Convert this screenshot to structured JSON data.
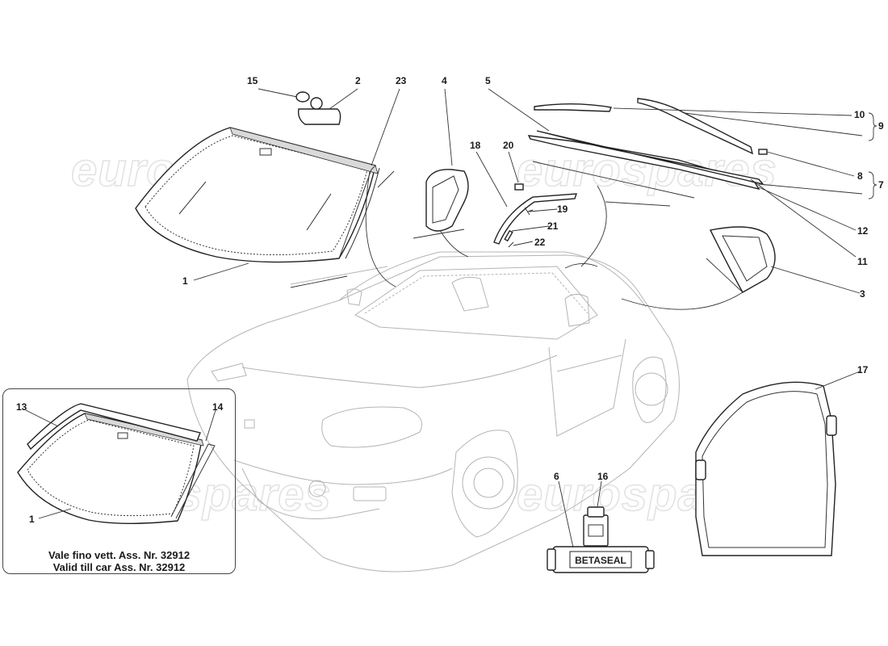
{
  "watermark": {
    "text": "eurospares"
  },
  "callouts": [
    {
      "id": "15",
      "text": "15"
    },
    {
      "id": "2",
      "text": "2"
    },
    {
      "id": "23",
      "text": "23"
    },
    {
      "id": "4",
      "text": "4"
    },
    {
      "id": "5",
      "text": "5"
    },
    {
      "id": "18",
      "text": "18"
    },
    {
      "id": "20",
      "text": "20"
    },
    {
      "id": "19",
      "text": "19"
    },
    {
      "id": "21",
      "text": "21"
    },
    {
      "id": "22",
      "text": "22"
    },
    {
      "id": "10",
      "text": "10"
    },
    {
      "id": "9",
      "text": "9"
    },
    {
      "id": "8",
      "text": "8"
    },
    {
      "id": "7",
      "text": "7"
    },
    {
      "id": "12",
      "text": "12"
    },
    {
      "id": "11",
      "text": "11"
    },
    {
      "id": "3",
      "text": "3"
    },
    {
      "id": "1",
      "text": "1"
    },
    {
      "id": "17",
      "text": "17"
    },
    {
      "id": "6",
      "text": "6"
    },
    {
      "id": "16",
      "text": "16"
    },
    {
      "id": "13",
      "text": "13"
    },
    {
      "id": "14",
      "text": "14"
    },
    {
      "id": "1b",
      "text": "1"
    }
  ],
  "inset": {
    "caption_line1": "Vale fino vett. Ass. Nr. 32912",
    "caption_line2": "Valid till car Ass. Nr. 32912"
  },
  "product": {
    "label": "BETASEAL"
  }
}
